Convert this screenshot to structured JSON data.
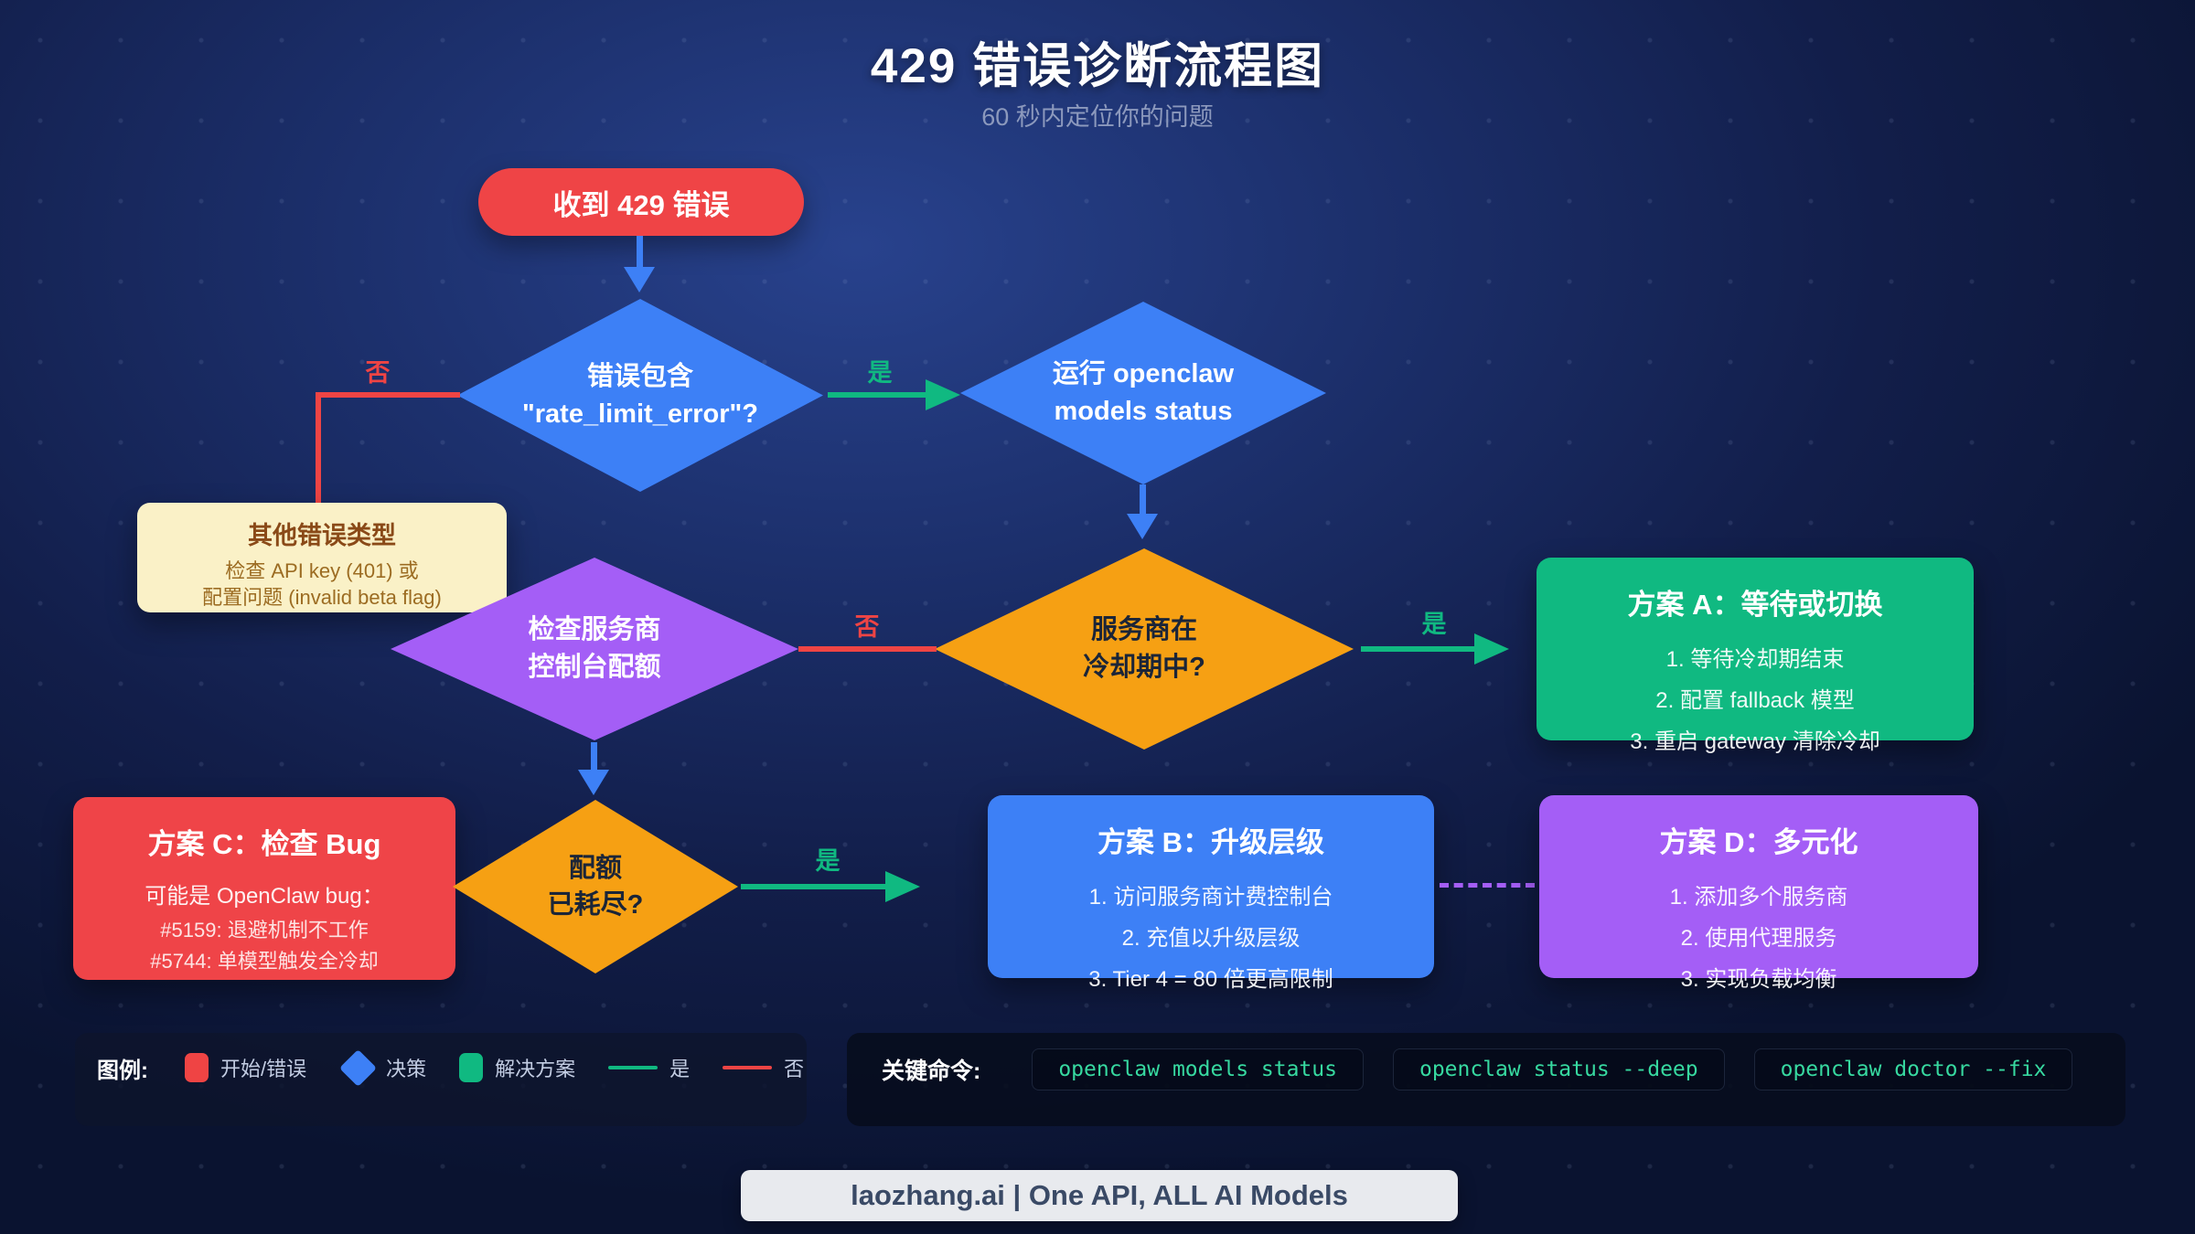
{
  "title": "429 错误诊断流程图",
  "subtitle": "60 秒内定位你的问题",
  "flow": {
    "start": "收到 429 错误",
    "decision_rate_limit": [
      "错误包含",
      "\"rate_limit_error\"?"
    ],
    "decision_run_status": [
      "运行 openclaw",
      "models status"
    ],
    "other_error": {
      "title": "其他错误类型",
      "lines": [
        "检查 API key (401) 或",
        "配置问题 (invalid beta flag)"
      ]
    },
    "decision_console_quota": [
      "检查服务商",
      "控制台配额"
    ],
    "decision_cooldown": [
      "服务商在",
      "冷却期中?"
    ],
    "decision_quota_exhausted": [
      "配额",
      "已耗尽?"
    ],
    "plan_a": {
      "title": "方案 A：等待或切换",
      "items": [
        "1. 等待冷却期结束",
        "2. 配置 fallback 模型",
        "3. 重启 gateway 清除冷却"
      ]
    },
    "plan_b": {
      "title": "方案 B：升级层级",
      "items": [
        "1. 访问服务商计费控制台",
        "2. 充值以升级层级",
        "3. Tier 4 = 80 倍更高限制"
      ]
    },
    "plan_c": {
      "title": "方案 C：检查 Bug",
      "items": [
        "可能是 OpenClaw bug：",
        "#5159: 退避机制不工作",
        "#5744: 单模型触发全冷却"
      ]
    },
    "plan_d": {
      "title": "方案 D：多元化",
      "items": [
        "1. 添加多个服务商",
        "2. 使用代理服务",
        "3. 实现负载均衡"
      ]
    },
    "labels": {
      "yes": "是",
      "no": "否"
    }
  },
  "legend": {
    "title": "图例:",
    "start_error": "开始/错误",
    "decision": "决策",
    "solution": "解决方案",
    "yes": "是",
    "no": "否"
  },
  "commands": {
    "title": "关键命令:",
    "list": [
      "openclaw models status",
      "openclaw status --deep",
      "openclaw doctor --fix"
    ]
  },
  "footer": "laozhang.ai | One API, ALL AI Models",
  "colors": {
    "red": "#ef4444",
    "blue": "#3d80f6",
    "purple": "#a45ef6",
    "orange": "#f6a013",
    "green": "#10b981",
    "yellow_note": "#faf1c7",
    "command_text": "#37d9a0"
  }
}
